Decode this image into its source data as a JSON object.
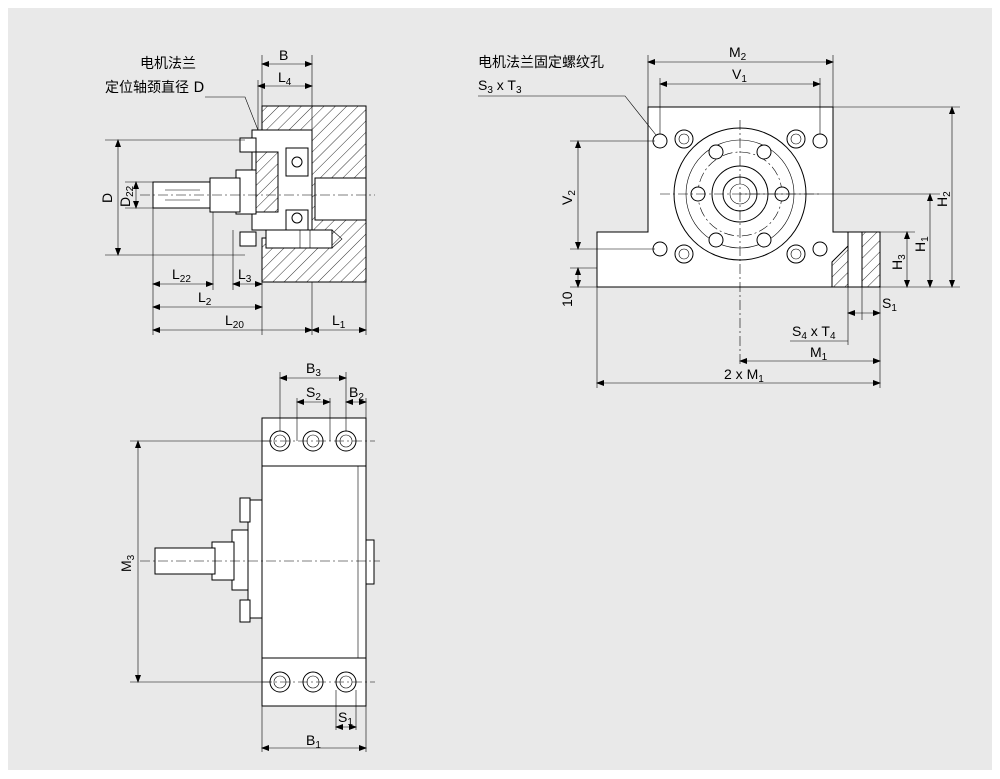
{
  "labels": {
    "flange_title": "电机法兰",
    "flange_dia": "定位轴颈直径 D",
    "screw_hole": "电机法兰固定螺纹孔",
    "B": "B",
    "L4": "L",
    "L4_sub": "4",
    "D": "D",
    "D22": "D",
    "D22_sub": "22",
    "L22": "L",
    "L22_sub": "22",
    "L3": "L",
    "L3_sub": "3",
    "L2": "L",
    "L2_sub": "2",
    "L20": "L",
    "L20_sub": "20",
    "L1": "L",
    "L1_sub": "1",
    "M2": "M",
    "M2_sub": "2",
    "V1": "V",
    "V1_sub": "1",
    "S3T3_a": "S",
    "S3T3_a_sub": "3",
    "S3T3_mid": " x T",
    "S3T3_b_sub": "3",
    "V2": "V",
    "V2_sub": "2",
    "H2": "H",
    "H2_sub": "2",
    "H1": "H",
    "H1_sub": "1",
    "H3": "H",
    "H3_sub": "3",
    "ten": "10",
    "S1": "S",
    "S1_sub": "1",
    "S4T4_a": "S",
    "S4T4_a_sub": "4",
    "S4T4_mid": " x T",
    "S4T4_b_sub": "4",
    "M1": "M",
    "M1_sub": "1",
    "twoM1": "2 x M",
    "twoM1_sub": "1",
    "B3": "B",
    "B3_sub": "3",
    "S2": "S",
    "S2_sub": "2",
    "B2": "B",
    "B2_sub": "2",
    "M3": "M",
    "M3_sub": "3",
    "S1b": "S",
    "S1b_sub": "1",
    "B1": "B",
    "B1_sub": "1"
  },
  "colors": {
    "background": "#e9e9e9",
    "line": "#000000",
    "fill": "#ffffff"
  }
}
